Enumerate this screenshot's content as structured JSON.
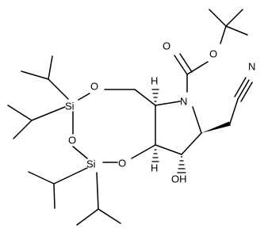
{
  "atoms": {
    "N": "N",
    "O": "O",
    "Si": "Si",
    "H": "H",
    "OH": "OH"
  }
}
